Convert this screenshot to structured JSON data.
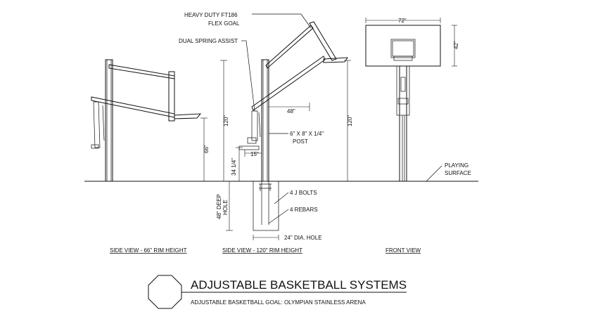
{
  "labels": {
    "flex_goal_line1": "HEAVY DUTY FT186",
    "flex_goal_line2": "FLEX GOAL",
    "spring_assist": "DUAL SPRING ASSIST",
    "post_line1": "6\" X 8\" X 1/4\"",
    "post_line2": "POST",
    "playing_line1": "PLAYING",
    "playing_line2": "SURFACE",
    "j_bolts": "4 J BOLTS",
    "rebars": "4 REBARS",
    "hole_dia": "24\" DIA. HOLE",
    "deep_hole_line1": "48\" DEEP",
    "deep_hole_line2": "HOLE"
  },
  "dimensions": {
    "rim_66": "66\"",
    "height_120_a": "120\"",
    "height_120_b": "120\"",
    "offset_48": "48\"",
    "offset_15": "15\"",
    "height_34": "34 1/4\"",
    "board_width": "72\"",
    "board_height": "42\""
  },
  "captions": {
    "side_66": "SIDE VIEW - 66\" RIM HEIGHT",
    "side_120": "SIDE VIEW - 120\" RIM HEIGHT",
    "front": "FRONT VIEW"
  },
  "title": {
    "main": "ADJUSTABLE BASKETBALL SYSTEMS",
    "sub": "ADJUSTABLE BASKETBALL GOAL: OLYMPIAN STAINLESS ARENA"
  }
}
